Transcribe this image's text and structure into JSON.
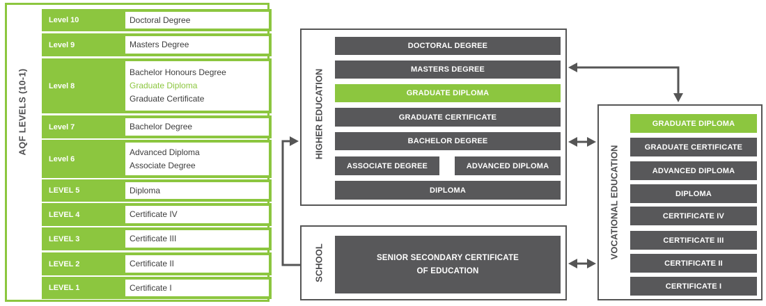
{
  "aqf": {
    "title": "AQF LEVELS (10-1)",
    "levels": [
      {
        "label": "Level 10",
        "qualifications": [
          {
            "text": "Doctoral Degree",
            "highlight": false
          }
        ]
      },
      {
        "label": "Level 9",
        "qualifications": [
          {
            "text": "Masters Degree",
            "highlight": false
          }
        ]
      },
      {
        "label": "Level 8",
        "qualifications": [
          {
            "text": "Bachelor Honours Degree",
            "highlight": false
          },
          {
            "text": "Graduate Diploma",
            "highlight": true
          },
          {
            "text": "Graduate Certificate",
            "highlight": false
          }
        ]
      },
      {
        "label": "Level 7",
        "qualifications": [
          {
            "text": "Bachelor Degree",
            "highlight": false
          }
        ]
      },
      {
        "label": "Level 6",
        "qualifications": [
          {
            "text": "Advanced Diploma",
            "highlight": false
          },
          {
            "text": "Associate Degree",
            "highlight": false
          }
        ]
      },
      {
        "label": "LEVEL 5",
        "qualifications": [
          {
            "text": "Diploma",
            "highlight": false
          }
        ]
      },
      {
        "label": "LEVEL 4",
        "qualifications": [
          {
            "text": "Certificate IV",
            "highlight": false
          }
        ]
      },
      {
        "label": "LEVEL 3",
        "qualifications": [
          {
            "text": "Certificate III",
            "highlight": false
          }
        ]
      },
      {
        "label": "LEVEL 2",
        "qualifications": [
          {
            "text": "Certificate II",
            "highlight": false
          }
        ]
      },
      {
        "label": "LEVEL 1",
        "qualifications": [
          {
            "text": "Certificate I",
            "highlight": false
          }
        ]
      }
    ]
  },
  "higher_education": {
    "title": "HIGHER EDUCATION",
    "items": {
      "doctoral": "DOCTORAL DEGREE",
      "masters": "MASTERS DEGREE",
      "graduate_diploma": "GRADUATE DIPLOMA",
      "graduate_certificate": "GRADUATE CERTIFICATE",
      "bachelor": "BACHELOR DEGREE",
      "associate": "ASSOCIATE DEGREE",
      "advanced_diploma": "ADVANCED DIPLOMA",
      "diploma": "DIPLOMA"
    }
  },
  "school": {
    "title": "SCHOOL",
    "certificate_line1": "SENIOR SECONDARY CERTIFICATE",
    "certificate_line2": "OF EDUCATION"
  },
  "vocational_education": {
    "title": "VOCATIONAL EDUCATION",
    "items": [
      {
        "text": "GRADUATE DIPLOMA",
        "highlight": true
      },
      {
        "text": "GRADUATE CERTIFICATE",
        "highlight": false
      },
      {
        "text": "ADVANCED DIPLOMA",
        "highlight": false
      },
      {
        "text": "DIPLOMA",
        "highlight": false
      },
      {
        "text": "CERTIFICATE IV",
        "highlight": false
      },
      {
        "text": "CERTIFICATE III",
        "highlight": false
      },
      {
        "text": "CERTIFICATE II",
        "highlight": false
      },
      {
        "text": "CERTIFICATE I",
        "highlight": false
      }
    ]
  },
  "colors": {
    "accent_green": "#8cc63f",
    "bar_grey": "#58585a",
    "border_grey": "#555555"
  }
}
